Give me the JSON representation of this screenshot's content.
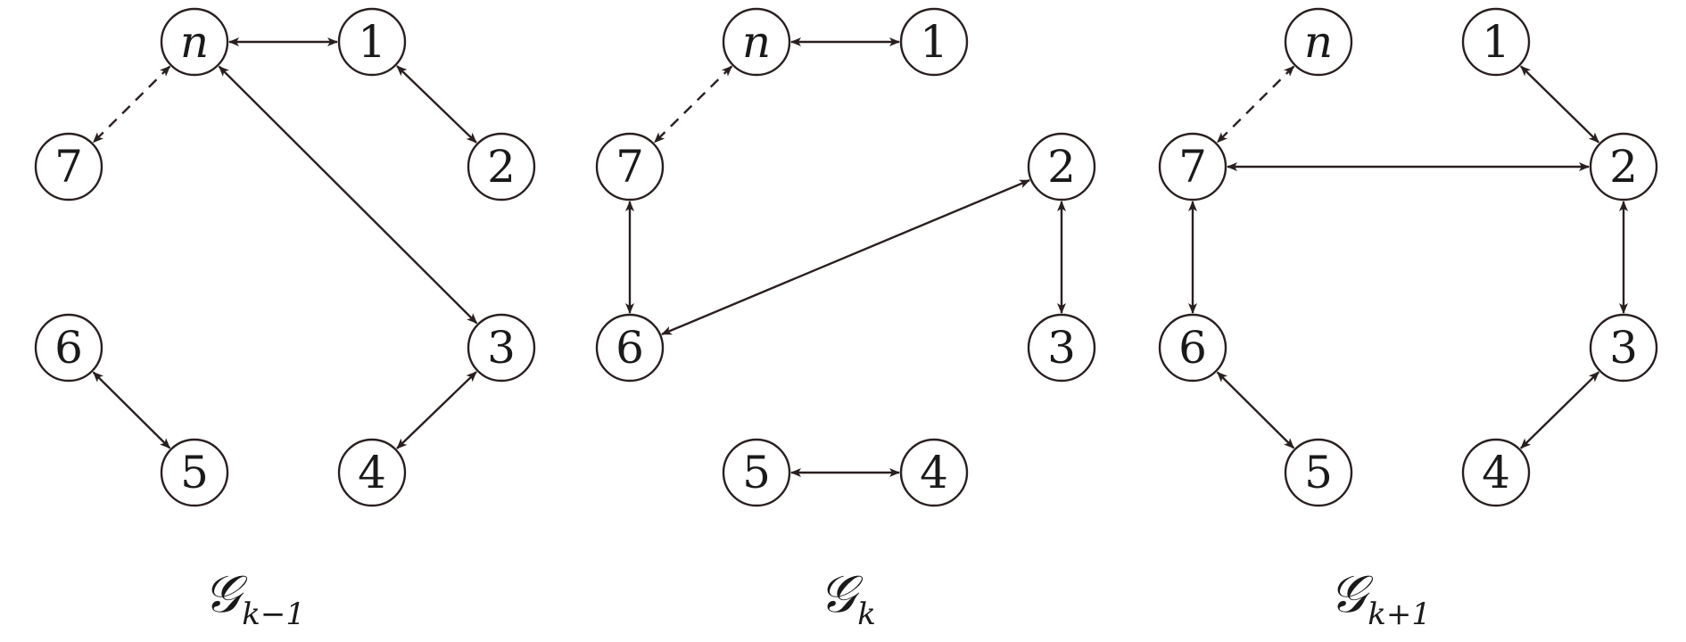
{
  "colors": {
    "stroke": "#2a1f1f",
    "text": "#1a1a1a",
    "background": "#ffffff"
  },
  "graphs": [
    {
      "id": "prev",
      "caption": {
        "main": "𝒢",
        "sub": "k−1"
      },
      "nodes": [
        {
          "id": "n",
          "label": "n"
        },
        {
          "id": "1",
          "label": "1"
        },
        {
          "id": "2",
          "label": "2"
        },
        {
          "id": "3",
          "label": "3"
        },
        {
          "id": "4",
          "label": "4"
        },
        {
          "id": "5",
          "label": "5"
        },
        {
          "id": "6",
          "label": "6"
        },
        {
          "id": "7",
          "label": "7"
        }
      ],
      "edges": [
        {
          "from": "n",
          "to": "1",
          "style": "solid",
          "direction": "both"
        },
        {
          "from": "1",
          "to": "2",
          "style": "solid",
          "direction": "both"
        },
        {
          "from": "n",
          "to": "3",
          "style": "solid",
          "direction": "both"
        },
        {
          "from": "3",
          "to": "4",
          "style": "solid",
          "direction": "both"
        },
        {
          "from": "6",
          "to": "5",
          "style": "solid",
          "direction": "both"
        },
        {
          "from": "n",
          "to": "7",
          "style": "dashed",
          "direction": "both"
        }
      ]
    },
    {
      "id": "curr",
      "caption": {
        "main": "𝒢",
        "sub": "k"
      },
      "nodes": [
        {
          "id": "n",
          "label": "n"
        },
        {
          "id": "1",
          "label": "1"
        },
        {
          "id": "2",
          "label": "2"
        },
        {
          "id": "3",
          "label": "3"
        },
        {
          "id": "4",
          "label": "4"
        },
        {
          "id": "5",
          "label": "5"
        },
        {
          "id": "6",
          "label": "6"
        },
        {
          "id": "7",
          "label": "7"
        }
      ],
      "edges": [
        {
          "from": "n",
          "to": "1",
          "style": "solid",
          "direction": "both"
        },
        {
          "from": "n",
          "to": "7",
          "style": "dashed",
          "direction": "both"
        },
        {
          "from": "7",
          "to": "6",
          "style": "solid",
          "direction": "both"
        },
        {
          "from": "6",
          "to": "2",
          "style": "solid",
          "direction": "both"
        },
        {
          "from": "2",
          "to": "3",
          "style": "solid",
          "direction": "both"
        },
        {
          "from": "5",
          "to": "4",
          "style": "solid",
          "direction": "both"
        }
      ]
    },
    {
      "id": "next",
      "caption": {
        "main": "𝒢",
        "sub": "k+1"
      },
      "nodes": [
        {
          "id": "n",
          "label": "n"
        },
        {
          "id": "1",
          "label": "1"
        },
        {
          "id": "2",
          "label": "2"
        },
        {
          "id": "3",
          "label": "3"
        },
        {
          "id": "4",
          "label": "4"
        },
        {
          "id": "5",
          "label": "5"
        },
        {
          "id": "6",
          "label": "6"
        },
        {
          "id": "7",
          "label": "7"
        }
      ],
      "edges": [
        {
          "from": "n",
          "to": "7",
          "style": "dashed",
          "direction": "both"
        },
        {
          "from": "1",
          "to": "2",
          "style": "solid",
          "direction": "both"
        },
        {
          "from": "7",
          "to": "2",
          "style": "solid",
          "direction": "both"
        },
        {
          "from": "7",
          "to": "6",
          "style": "solid",
          "direction": "both"
        },
        {
          "from": "2",
          "to": "3",
          "style": "solid",
          "direction": "both"
        },
        {
          "from": "6",
          "to": "5",
          "style": "solid",
          "direction": "both"
        },
        {
          "from": "3",
          "to": "4",
          "style": "solid",
          "direction": "both"
        }
      ]
    }
  ]
}
